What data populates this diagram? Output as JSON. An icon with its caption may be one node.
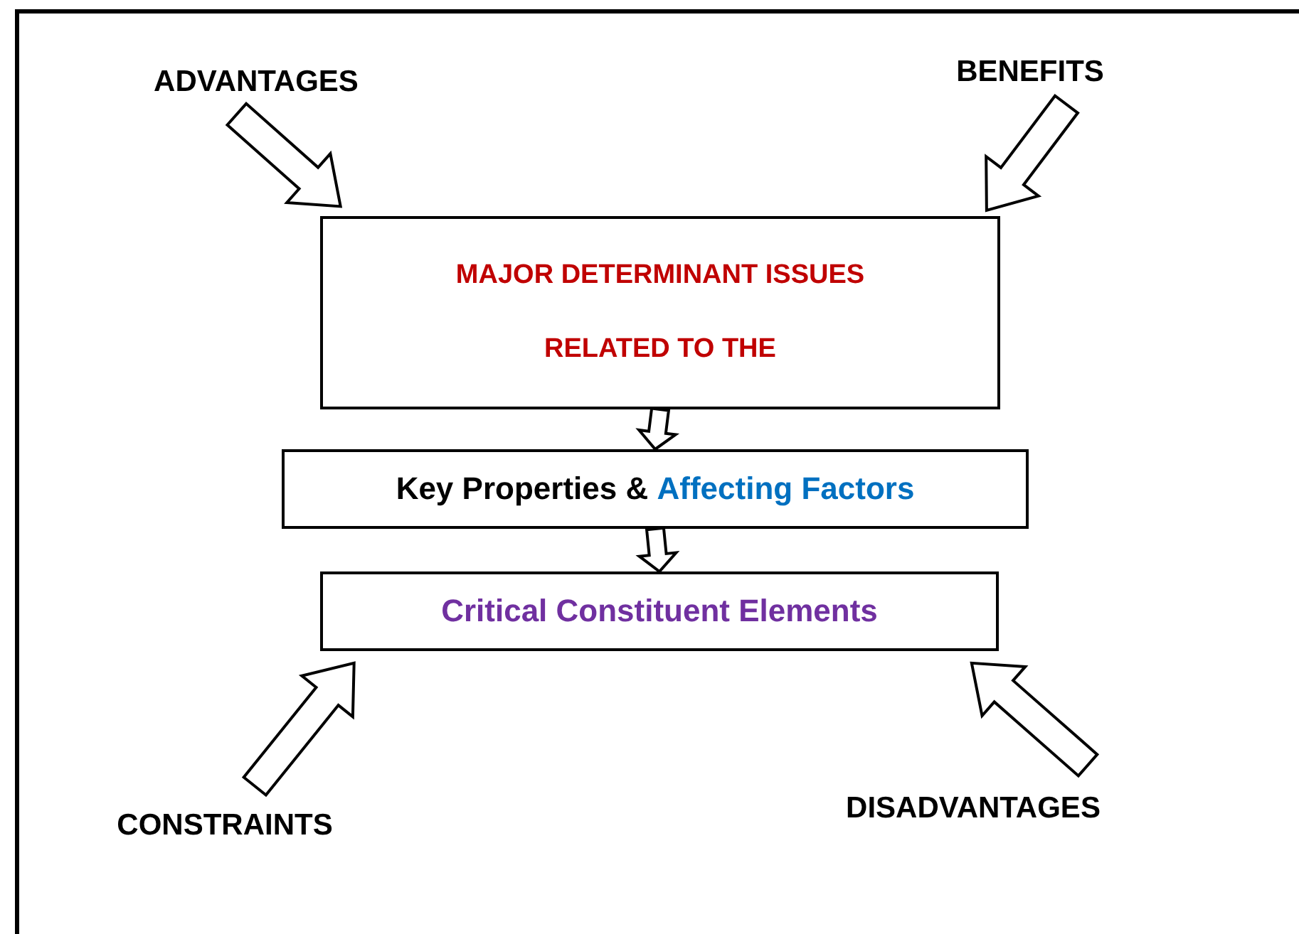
{
  "diagram": {
    "nodes": [
      {
        "text": [
          "ADVANTAGES"
        ]
      },
      {
        "text": [
          "BENEFITS"
        ]
      },
      {
        "text": [
          "MAJOR DETERMINANT ISSUES",
          "RELATED TO THE"
        ]
      },
      {
        "text": [
          "Key Properties &",
          "Affecting Factors"
        ]
      },
      {
        "text": [
          "Critical Constituent Elements"
        ]
      },
      {
        "text": [
          "CONSTRAINTS"
        ]
      },
      {
        "text": [
          "DISADVANTAGES"
        ]
      }
    ],
    "edges": [
      {
        "from": 0,
        "to": 2,
        "arrow": "to"
      },
      {
        "from": 1,
        "to": 2,
        "arrow": "to"
      },
      {
        "from": 2,
        "to": 3,
        "arrow": "to"
      },
      {
        "from": 3,
        "to": 4,
        "arrow": "to"
      },
      {
        "from": 5,
        "to": 4,
        "arrow": "to"
      },
      {
        "from": 6,
        "to": 4,
        "arrow": "to"
      }
    ]
  }
}
